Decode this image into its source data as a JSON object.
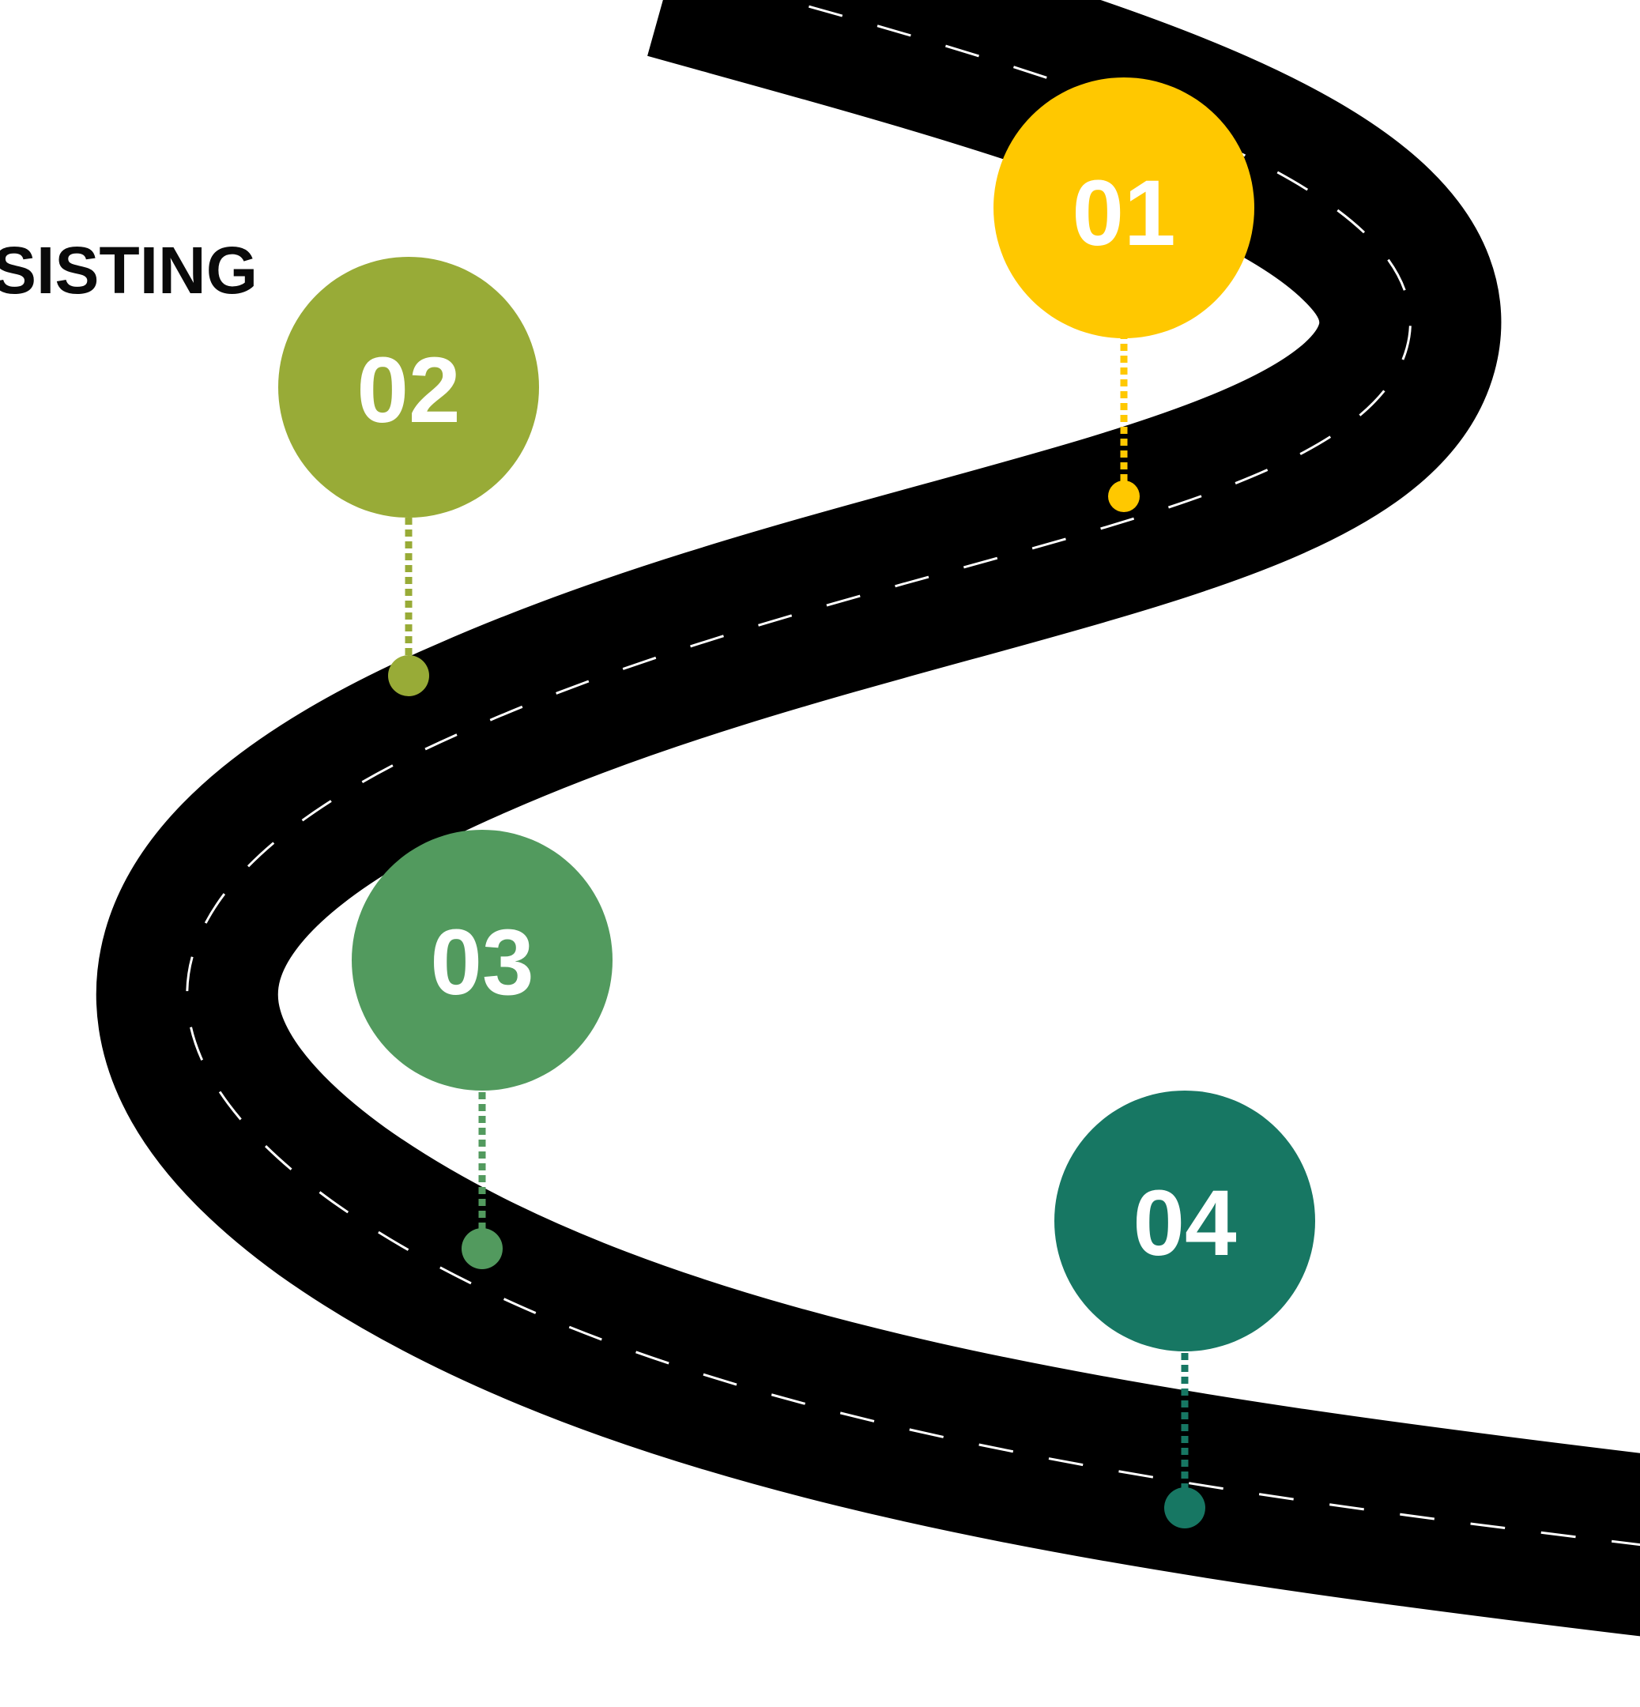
{
  "heading": "SISTING",
  "steps": [
    {
      "label": "01",
      "color": "#FFC800"
    },
    {
      "label": "02",
      "color": "#98AB37"
    },
    {
      "label": "03",
      "color": "#529A5E"
    },
    {
      "label": "04",
      "color": "#177763"
    }
  ],
  "road_color": "#000000",
  "lane_marking_color": "#ffffff"
}
